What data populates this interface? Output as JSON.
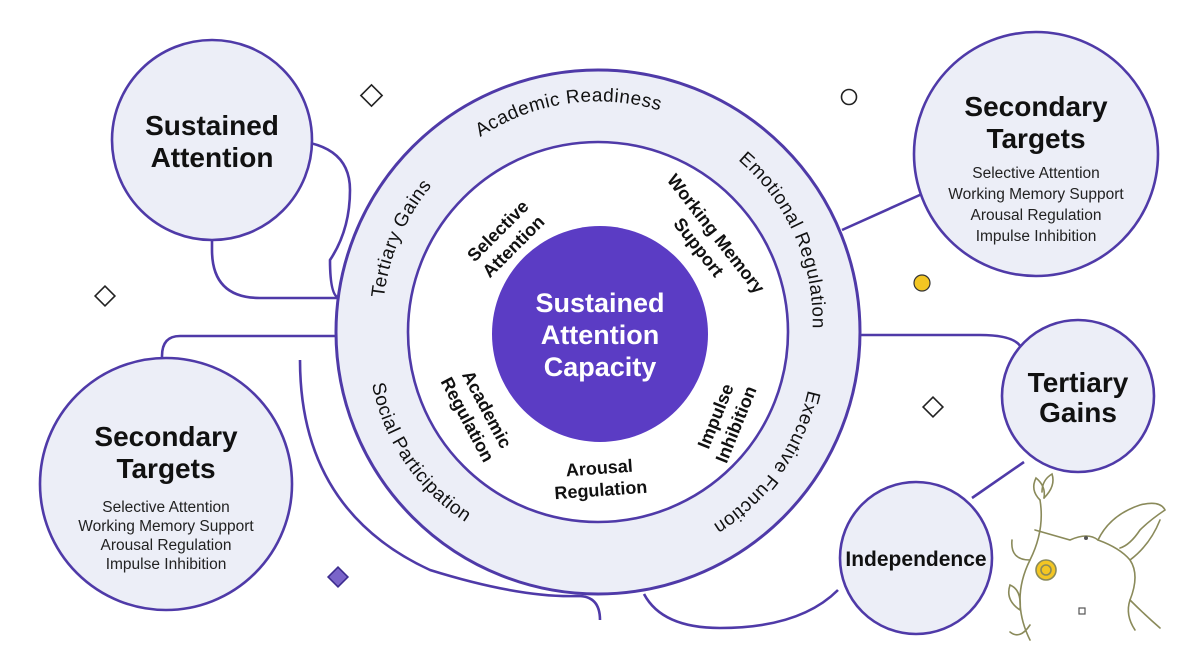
{
  "colors": {
    "accent": "#5b3cc4",
    "bubble_fill": "#eceef7",
    "ring_fill": "#eceef7",
    "line": "#4f3aa8",
    "yellow": "#f3c623"
  },
  "center": {
    "lines": [
      "Sustained",
      "Attention",
      "Capacity"
    ]
  },
  "outer_ring": {
    "labels": [
      "Academic Readiness",
      "Emotional Regulation",
      "Executive Function",
      "Social Participation",
      "Tertiary Gains"
    ]
  },
  "inner_ring": {
    "selective": [
      "Selective",
      "Attention"
    ],
    "working": [
      "Working Memory",
      "Support"
    ],
    "impulse": [
      "Impulse",
      "Inhibition"
    ],
    "arousal": [
      "Arousal",
      "Regulation"
    ],
    "academic": [
      "Academic",
      "Regulation"
    ]
  },
  "bubbles": {
    "sustained_attention": {
      "title": [
        "Sustained",
        "Attention"
      ]
    },
    "secondary_right": {
      "title": [
        "Secondary",
        "Targets"
      ],
      "items": [
        "Selective Attention",
        "Working Memory Support",
        "Arousal Regulation",
        "Impulse Inhibition"
      ]
    },
    "secondary_left": {
      "title": [
        "Secondary",
        "Targets"
      ],
      "items": [
        "Selective Attention",
        "Working Memory Support",
        "Arousal Regulation",
        "Impulse Inhibition"
      ]
    },
    "tertiary_gains": {
      "title": [
        "Tertiary",
        "Gains"
      ]
    },
    "independence": {
      "title": "Independence"
    }
  },
  "decorations": {
    "illustration": "hummingbird-flower-icon",
    "shapes": [
      "diamond-outline-icon",
      "circle-outline-icon",
      "yellow-dot-icon",
      "diamond-filled-icon"
    ]
  }
}
